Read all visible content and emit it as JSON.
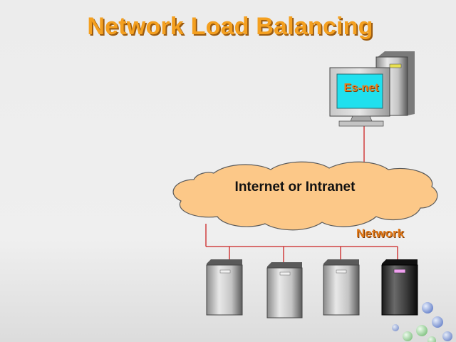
{
  "title": "Network Load Balancing",
  "client": {
    "screen_label": "Es-net"
  },
  "cloud": {
    "label": "Internet or Intranet"
  },
  "network": {
    "label": "Network"
  },
  "colors": {
    "title": "#f4a020",
    "cloud_fill": "#fcc888",
    "line": "#cc2222",
    "screen": "#20e0ee"
  },
  "servers": [
    {
      "icon": "server-icon",
      "highlight": false
    },
    {
      "icon": "server-icon",
      "highlight": false
    },
    {
      "icon": "server-icon",
      "highlight": false
    },
    {
      "icon": "server-icon",
      "highlight": true
    }
  ]
}
